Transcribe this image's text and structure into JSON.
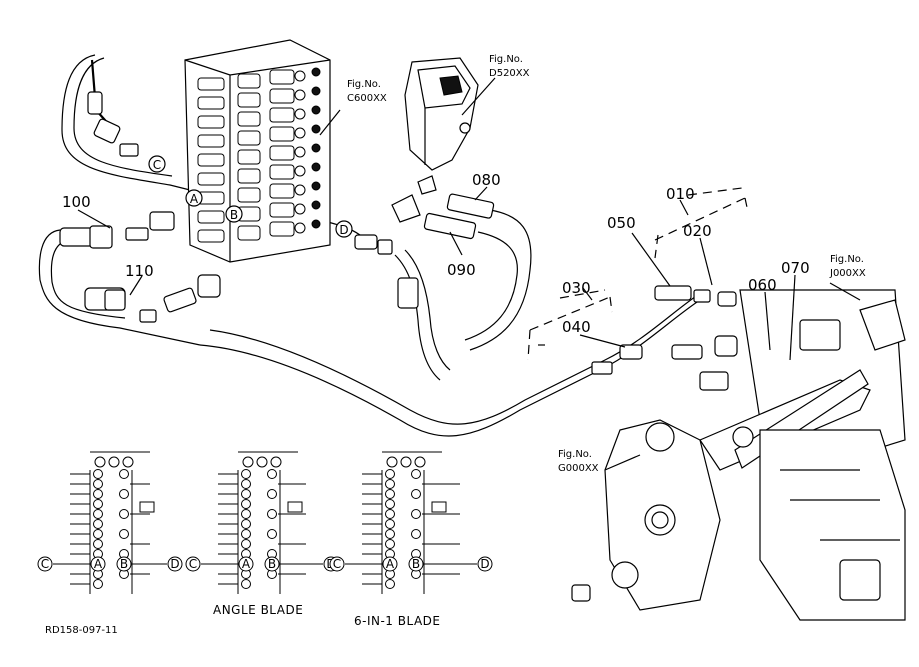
{
  "part_numbers": {
    "p010": "010",
    "p020": "020",
    "p030": "030",
    "p040": "040",
    "p050": "050",
    "p060": "060",
    "p070": "070",
    "p080": "080",
    "p090": "090",
    "p100": "100",
    "p110": "110"
  },
  "figure_refs": {
    "c600": {
      "line1": "Fig.No.",
      "line2": "C600XX"
    },
    "d520": {
      "line1": "Fig.No.",
      "line2": "D520XX"
    },
    "j000": {
      "line1": "Fig.No.",
      "line2": "J000XX"
    },
    "g000": {
      "line1": "Fig.No.",
      "line2": "G000XX"
    }
  },
  "port_markers": {
    "a": "A",
    "b": "B",
    "c": "C",
    "d": "D"
  },
  "schematics": {
    "angle_blade": "ANGLE BLADE",
    "six_in_one_blade": "6-IN-1 BLADE"
  },
  "footer": {
    "drawing_id": "RD158-097-11"
  }
}
